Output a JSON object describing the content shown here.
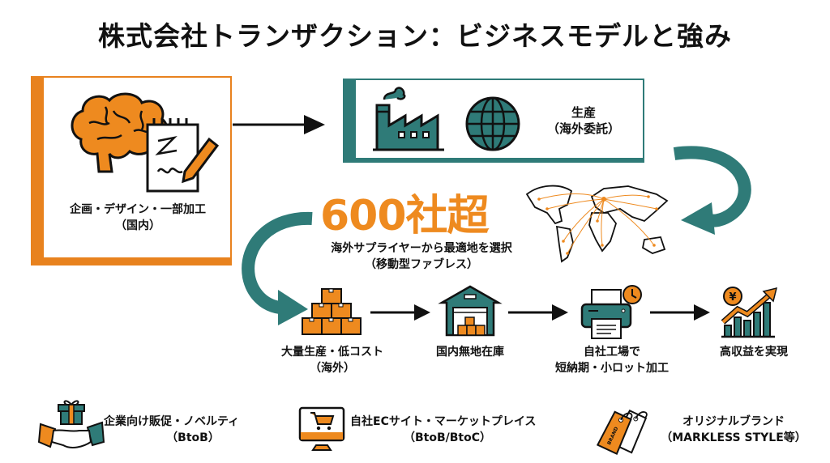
{
  "title": "株式会社トランザクション：ビジネスモデルと強み",
  "colors": {
    "orange": "#ee8a1f",
    "teal": "#2f7b78",
    "text": "#111111"
  },
  "planning": {
    "line1": "企画・デザイン・一部加工",
    "line2": "（国内）",
    "icons": [
      "brain-icon",
      "notepad-pen-icon"
    ]
  },
  "production": {
    "line1": "生産",
    "line2": "（海外委託）",
    "icons": [
      "factory-icon",
      "globe-icon"
    ]
  },
  "suppliers": {
    "count": "600社超",
    "line1": "海外サプライヤーから最適地を選択",
    "line2": "（移動型ファブレス）",
    "icon": "world-map-icon"
  },
  "flow": [
    {
      "line1": "大量生産・低コスト",
      "line2": "（海外）",
      "icon": "boxes-icon"
    },
    {
      "line1": "国内無地在庫",
      "line2": "",
      "icon": "warehouse-icon"
    },
    {
      "line1": "自社工場で",
      "line2": "短納期・小ロット加工",
      "icon": "printer-clock-icon"
    },
    {
      "line1": "高収益を実現",
      "line2": "",
      "icon": "growth-chart-icon"
    }
  ],
  "channels": [
    {
      "line1": "企業向け販促・ノベルティ",
      "line2": "（BtoB）",
      "icon": "handshake-gift-icon"
    },
    {
      "line1": "自社ECサイト・マーケットプレイス",
      "line2": "（BtoB/BtoC）",
      "icon": "ec-monitor-cart-icon"
    },
    {
      "line1": "オリジナルブランド",
      "line2": "（MARKLESS STYLE等）",
      "icon": "brand-tags-icon",
      "tag_text": "BRAND"
    }
  ],
  "currency_symbol": "¥"
}
